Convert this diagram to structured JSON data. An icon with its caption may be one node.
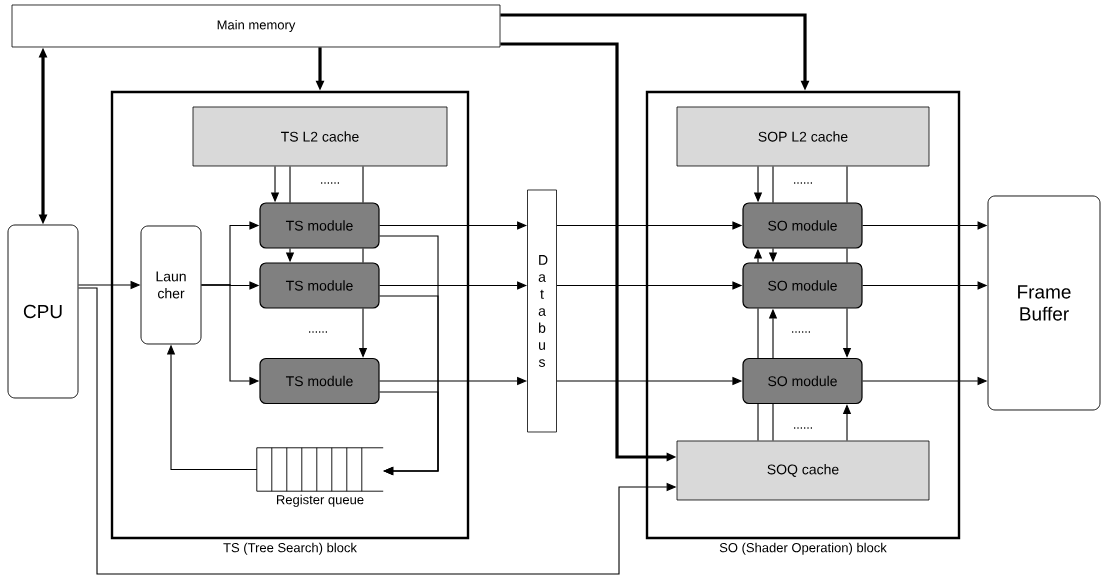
{
  "diagram": {
    "nodes": [
      {
        "text": [
          "Main memory"
        ]
      },
      {
        "text": [
          "TS (Tree Search) block"
        ]
      },
      {
        "text": [
          "TS L2 cache"
        ],
        "in": 1
      },
      {
        "text": [
          "Laun cher"
        ],
        "in": 1
      },
      {
        "text": [
          "TS module"
        ],
        "in": 1
      },
      {
        "text": [
          "TS module"
        ],
        "in": 1
      },
      {
        "text": [
          "TS module"
        ],
        "in": 1
      },
      {
        "text": [
          "Register queue"
        ],
        "in": 1
      },
      {
        "text": [
          "D a t a b u s"
        ]
      },
      {
        "text": [
          "SO (Shader Operation) block"
        ]
      },
      {
        "text": [
          "SOP L2 cache"
        ],
        "in": 9
      },
      {
        "text": [
          "SO module"
        ],
        "in": 9
      },
      {
        "text": [
          "SO module"
        ],
        "in": 9
      },
      {
        "text": [
          "SO module"
        ],
        "in": 9
      },
      {
        "text": [
          "SOQ cache"
        ],
        "in": 9
      },
      {
        "text": [
          "CPU"
        ]
      },
      {
        "text": [
          "Frame Buffer"
        ]
      }
    ],
    "edges": [
      {
        "from": 15,
        "to": 0,
        "arrow": "both",
        "style": "thick"
      },
      {
        "from": 0,
        "to": 1,
        "arrow": "to",
        "style": "thick"
      },
      {
        "from": 0,
        "to": 9,
        "arrow": "to",
        "style": "thick"
      },
      {
        "from": 0,
        "to": 14,
        "arrow": "to",
        "style": "thick"
      },
      {
        "from": 15,
        "to": 3,
        "arrow": "to"
      },
      {
        "from": 15,
        "to": 14,
        "arrow": "to"
      },
      {
        "from": 3,
        "to": 4,
        "arrow": "to"
      },
      {
        "from": 3,
        "to": 5,
        "arrow": "to"
      },
      {
        "from": 3,
        "to": 6,
        "arrow": "to"
      },
      {
        "from": 2,
        "to": 4,
        "arrow": "to"
      },
      {
        "from": 2,
        "to": 4,
        "arrow": "none"
      },
      {
        "from": 2,
        "to": 4,
        "arrow": "none"
      },
      {
        "from": 4,
        "to": 5,
        "arrow": "to"
      },
      {
        "from": 4,
        "to": 5,
        "arrow": "none"
      },
      {
        "from": 5,
        "to": 6,
        "arrow": "to"
      },
      {
        "from": 4,
        "to": 8,
        "arrow": "to"
      },
      {
        "from": 5,
        "to": 8,
        "arrow": "to"
      },
      {
        "from": 6,
        "to": 8,
        "arrow": "to"
      },
      {
        "from": 4,
        "to": 7,
        "arrow": "to"
      },
      {
        "from": 5,
        "to": 7,
        "arrow": "to"
      },
      {
        "from": 6,
        "to": 7,
        "arrow": "to"
      },
      {
        "from": 7,
        "to": 3,
        "arrow": "to"
      },
      {
        "from": 8,
        "to": 11,
        "arrow": "to"
      },
      {
        "from": 8,
        "to": 12,
        "arrow": "to"
      },
      {
        "from": 8,
        "to": 13,
        "arrow": "to"
      },
      {
        "from": 10,
        "to": 11,
        "arrow": "to"
      },
      {
        "from": 10,
        "to": 11,
        "arrow": "none"
      },
      {
        "from": 10,
        "to": 11,
        "arrow": "none"
      },
      {
        "from": 12,
        "to": 11,
        "arrow": "to"
      },
      {
        "from": 11,
        "to": 12,
        "arrow": "to"
      },
      {
        "from": 11,
        "to": 12,
        "arrow": "none"
      },
      {
        "from": 12,
        "to": 13,
        "arrow": "none"
      },
      {
        "from": 13,
        "to": 12,
        "arrow": "to"
      },
      {
        "from": 12,
        "to": 13,
        "arrow": "to"
      },
      {
        "from": 14,
        "to": 13,
        "arrow": "none"
      },
      {
        "from": 14,
        "to": 13,
        "arrow": "none"
      },
      {
        "from": 14,
        "to": 13,
        "arrow": "to"
      },
      {
        "from": 11,
        "to": 16,
        "arrow": "to"
      },
      {
        "from": 12,
        "to": 16,
        "arrow": "to"
      },
      {
        "from": 13,
        "to": 16,
        "arrow": "to"
      }
    ],
    "labels": [
      "......",
      "......",
      "......",
      "......",
      "......"
    ]
  }
}
